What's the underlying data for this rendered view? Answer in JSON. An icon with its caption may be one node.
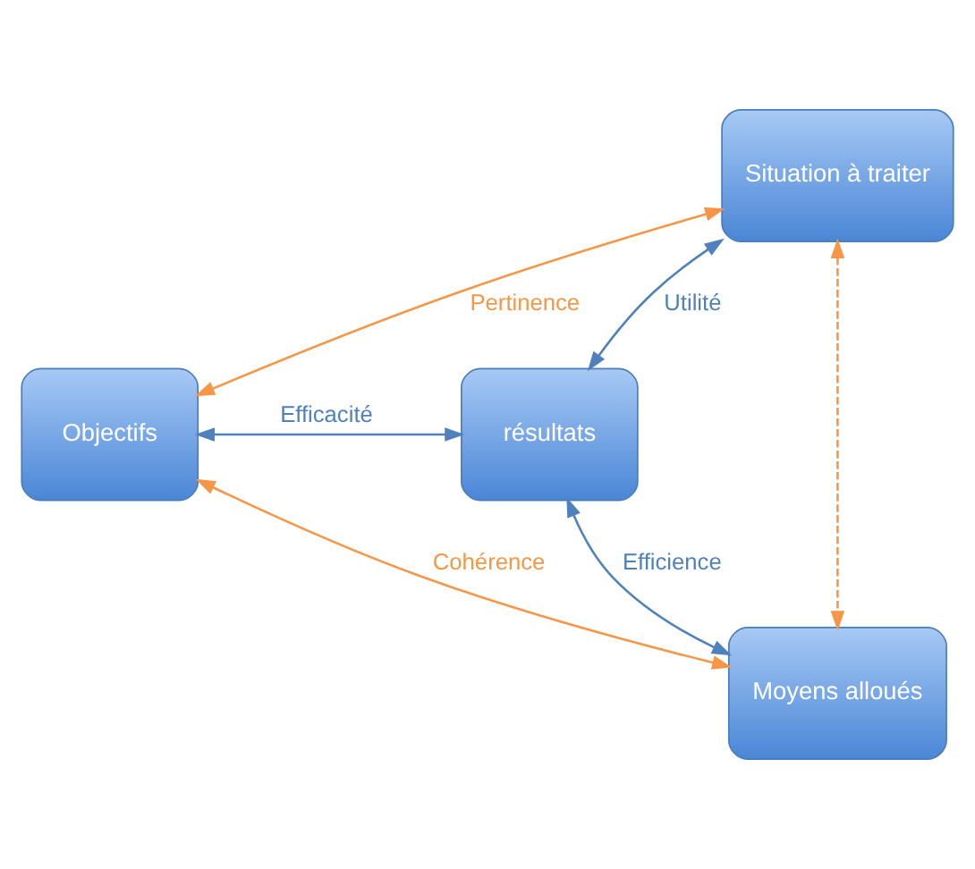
{
  "diagram": {
    "nodes": [
      {
        "text": [
          "Situation à traiter"
        ]
      },
      {
        "text": [
          "Objectifs"
        ]
      },
      {
        "text": [
          "résultats"
        ]
      },
      {
        "text": [
          "Moyens alloués"
        ]
      }
    ],
    "edges": [
      {
        "from": 0,
        "to": 1,
        "arrow": "both",
        "label": "Pertinence",
        "color": "#f79646"
      },
      {
        "from": 0,
        "to": 2,
        "arrow": "both",
        "label": "Utilité",
        "color": "#4f81bd"
      },
      {
        "from": 1,
        "to": 2,
        "arrow": "both",
        "label": "Efficacité",
        "color": "#4f81bd"
      },
      {
        "from": 1,
        "to": 3,
        "arrow": "both",
        "label": "Cohérence",
        "color": "#f79646"
      },
      {
        "from": 3,
        "to": 2,
        "arrow": "both",
        "label": "Efficience",
        "color": "#4f81bd"
      },
      {
        "from": 0,
        "to": 3,
        "arrow": "both",
        "style": "dashed",
        "color": "#f79646"
      }
    ]
  }
}
